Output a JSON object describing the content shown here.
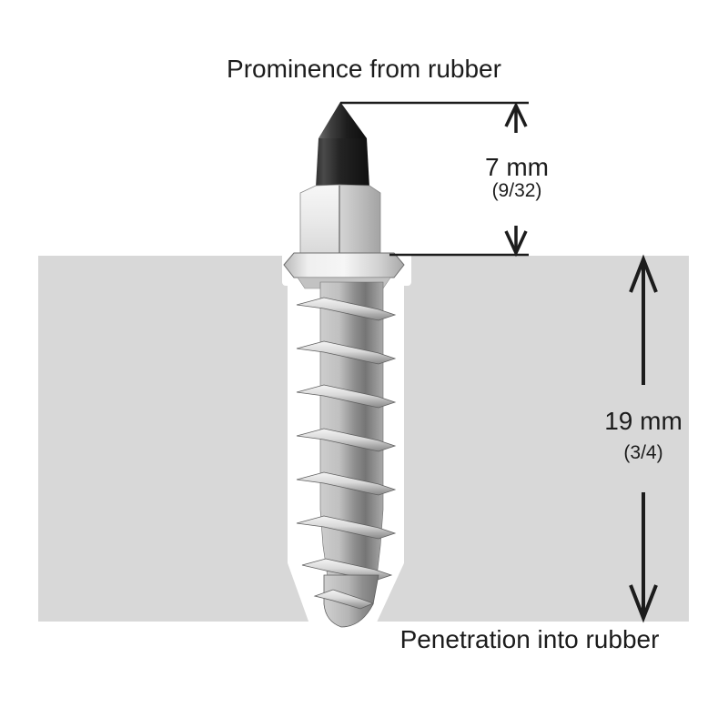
{
  "diagram": {
    "title_top": "Prominence from rubber",
    "label_bottom": "Penetration into rubber",
    "dims": {
      "prominence": {
        "value": "7 mm",
        "fraction": "(9/32)"
      },
      "penetration": {
        "value": "19 mm",
        "fraction": "(3/4)"
      }
    },
    "colors": {
      "rubber": "#d8d8d8",
      "ink": "#1c1c1c"
    }
  }
}
